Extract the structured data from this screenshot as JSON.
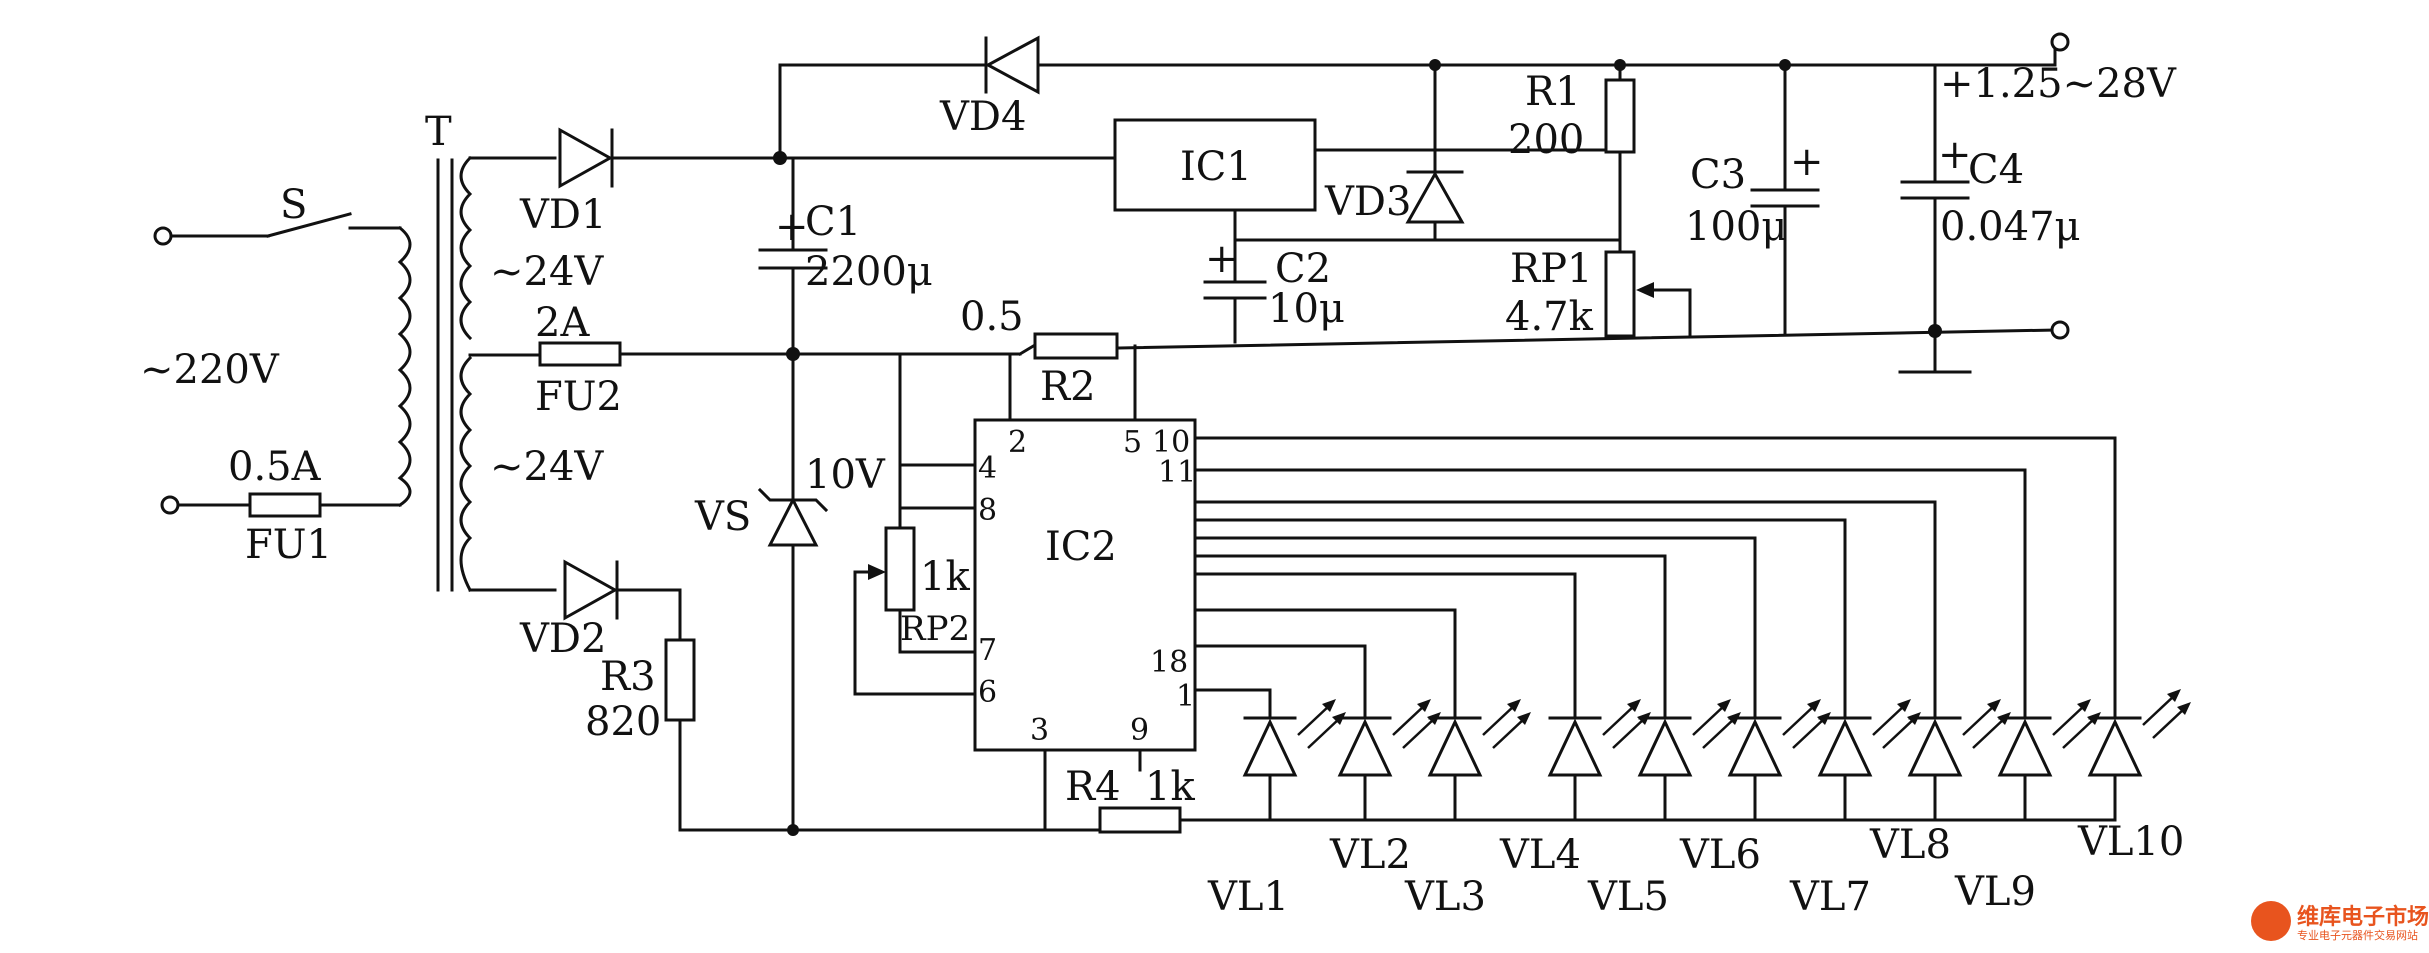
{
  "labels": {
    "switch": "S",
    "transformer": "T",
    "mains": "~220V",
    "fuse1_rating": "0.5A",
    "fuse1": "FU1",
    "diode1": "VD1",
    "winding_upper": "~24V",
    "fuse2_rating": "2A",
    "fuse2": "FU2",
    "winding_lower": "~24V",
    "diode2": "VD2",
    "diode4": "VD4",
    "cap1": "C1",
    "cap1_value": "2200μ",
    "regulator": "IC1",
    "diode3": "VD3",
    "res1": "R1",
    "res1_value": "200",
    "cap2": "C2",
    "cap2_value": "10μ",
    "pot1": "RP1",
    "pot1_value": "4.7k",
    "cap3": "C3",
    "cap3_value": "100μ",
    "cap4": "C4",
    "cap4_value": "0.047μ",
    "output_range": "+1.25~28V",
    "res2_value": "0.5",
    "res2": "R2",
    "zener": "VS",
    "zener_value": "10V",
    "pot2_value": "1k",
    "pot2": "RP2",
    "res3": "R3",
    "res3_value": "820",
    "driver_ic": "IC2",
    "res4": "R4",
    "res4_value": "1k",
    "plus": "+"
  },
  "ic2_pins": {
    "p2": "2",
    "p5": "5",
    "p10": "10",
    "p11": "11",
    "p4": "4",
    "p8": "8",
    "p7": "7",
    "p6": "6",
    "p18": "18",
    "p1": "1",
    "p3": "3",
    "p9": "9"
  },
  "leds": [
    "VL1",
    "VL2",
    "VL3",
    "VL4",
    "VL5",
    "VL6",
    "VL7",
    "VL8",
    "VL9",
    "VL10"
  ],
  "watermark": {
    "brand": "维库电子市场网",
    "tagline": "专业电子元器件交易网站"
  }
}
